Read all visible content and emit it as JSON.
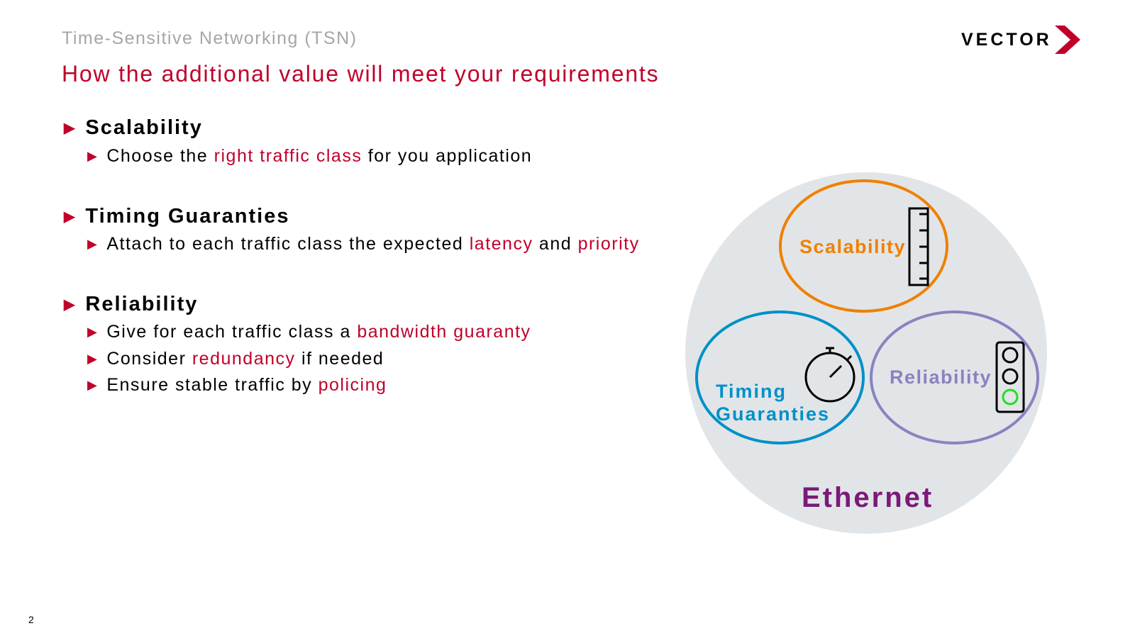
{
  "header": {
    "supertitle": "Time-Sensitive Networking (TSN)",
    "title": "How the additional value will meet your requirements",
    "logo": "VECTOR"
  },
  "sections": [
    {
      "heading": "Scalability",
      "items": [
        {
          "a": "Choose the ",
          "b": "right traffic class",
          "c": " for you application"
        }
      ]
    },
    {
      "heading": "Timing Guaranties",
      "items": [
        {
          "a": "Attach to each traffic class the expected ",
          "b": "latency",
          "c": " and ",
          "d": "priority"
        }
      ]
    },
    {
      "heading": "Reliability",
      "items": [
        {
          "a": "Give for each traffic class a ",
          "b": "bandwidth guaranty"
        },
        {
          "a": "Consider ",
          "b": "redundancy",
          "c": " if needed"
        },
        {
          "a": "Ensure stable traffic by ",
          "b": "policing"
        }
      ]
    }
  ],
  "diagram": {
    "outer": "Ethernet",
    "scalability": "Scalability",
    "timing_1": "Timing",
    "timing_2": "Guaranties",
    "reliability": "Reliability",
    "colors": {
      "scalability": "#f08000",
      "timing": "#0090c8",
      "reliability": "#8a82c0",
      "ethernet": "#7a1a78",
      "circle": "#e2e5e8",
      "accent": "#c0002a"
    }
  },
  "footer": {
    "page_number": "2"
  }
}
